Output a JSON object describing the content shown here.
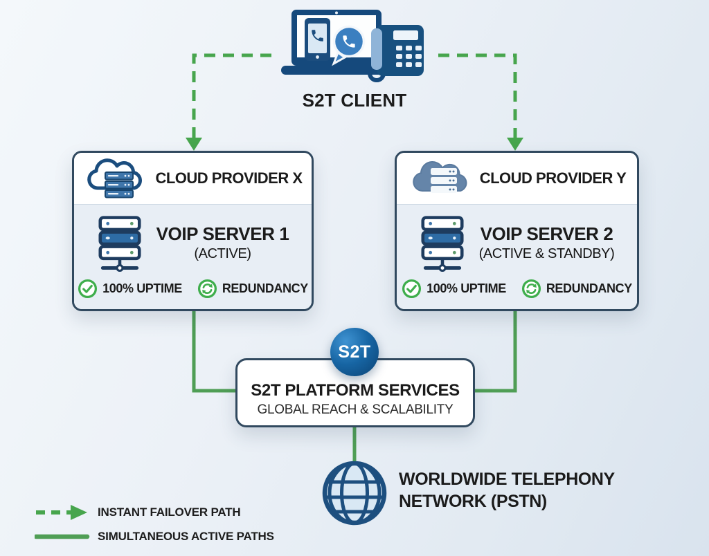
{
  "client": {
    "label": "S2T CLIENT"
  },
  "providers": [
    {
      "title": "CLOUD PROVIDER X",
      "server_name": "VOIP SERVER 1",
      "server_mode": "(ACTIVE)",
      "badges": [
        {
          "label": "100% UPTIME"
        },
        {
          "label": "REDUNDANCY"
        }
      ]
    },
    {
      "title": "CLOUD PROVIDER Y",
      "server_name": "VOIP SERVER 2",
      "server_mode": "(ACTIVE & STANDBY)",
      "badges": [
        {
          "label": "100% UPTIME"
        },
        {
          "label": "REDUNDANCY"
        }
      ]
    }
  ],
  "platform": {
    "logo_text": "S2T",
    "title": "S2T PLATFORM SERVICES",
    "subtitle": "GLOBAL REACH & SCALABILITY"
  },
  "network": {
    "line1": "WORLDWIDE TELEPHONY",
    "line2": "NETWORK (PSTN)"
  },
  "legend": [
    {
      "label": "INSTANT FAILOVER PATH",
      "line_style": "dashed-arrow"
    },
    {
      "label": "SIMULTANEOUS ACTIVE PATHS",
      "line_style": "solid"
    }
  ],
  "colors": {
    "path_green": "#47a54d",
    "badge_green": "#3fae4c",
    "box_border": "#31495f",
    "icon_navy": "#1b4d7e",
    "icon_blue": "#3b7fc0",
    "card_body_bg": "#e8eef5"
  }
}
